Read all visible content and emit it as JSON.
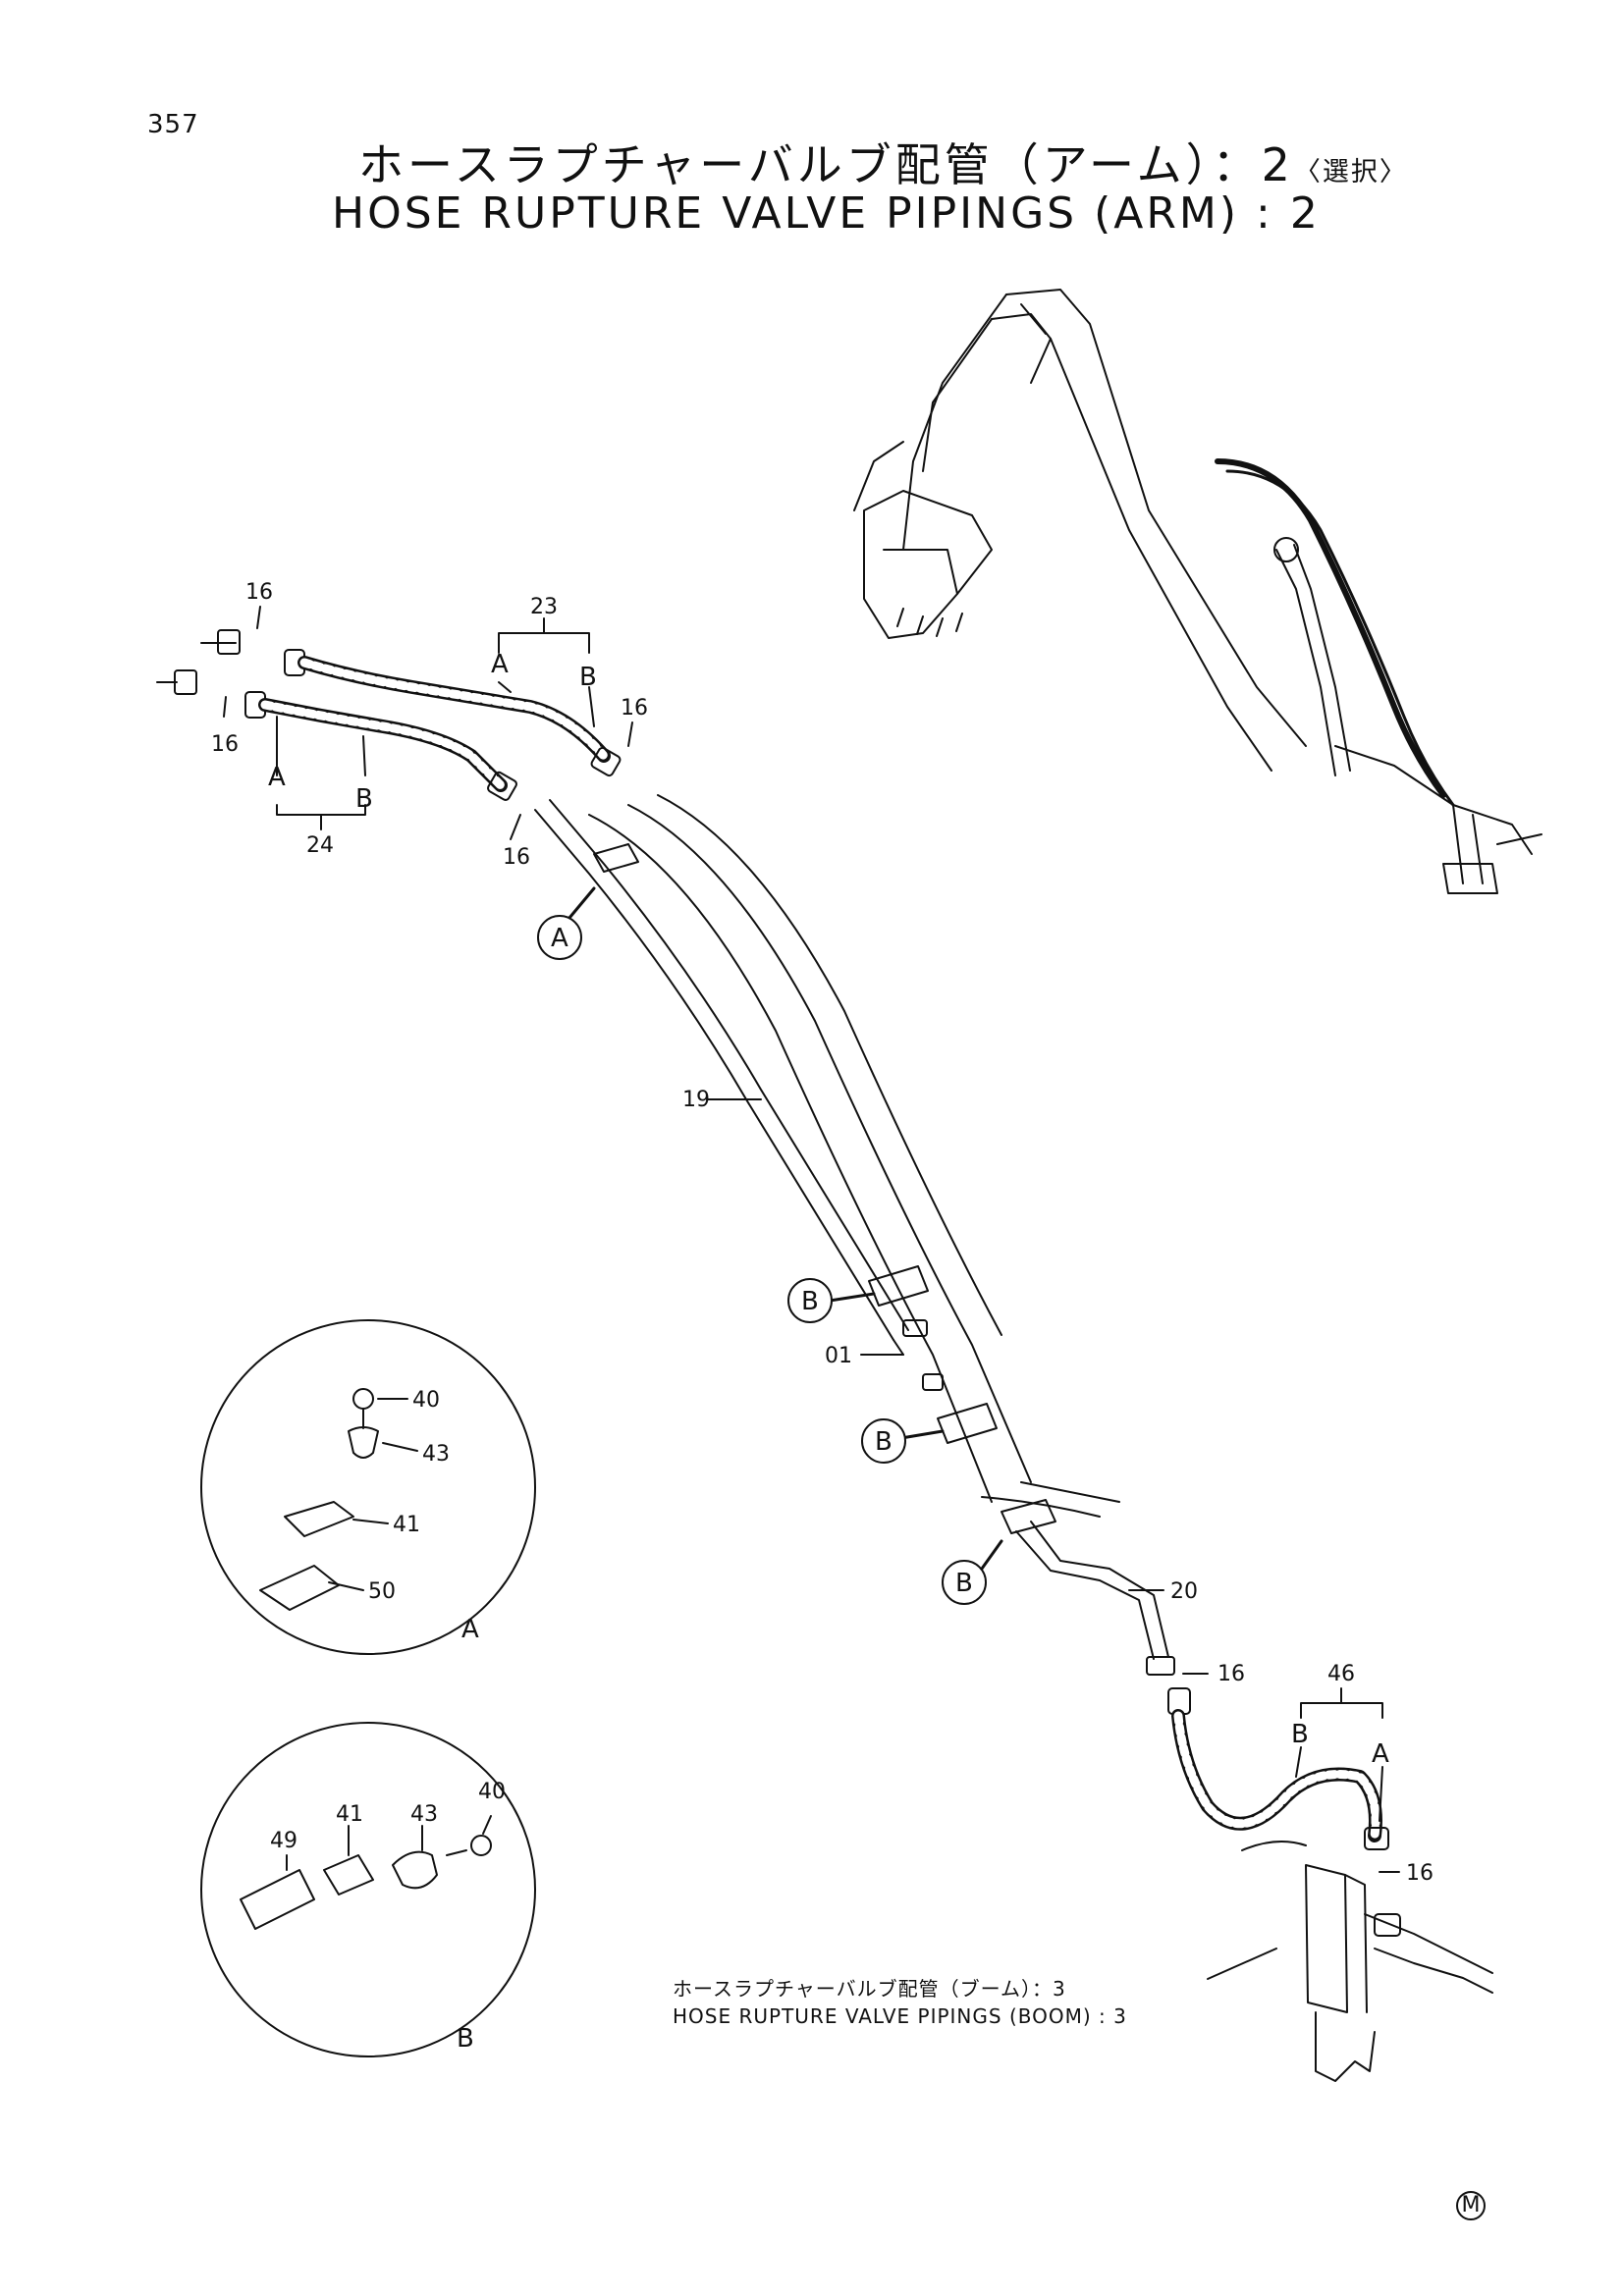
{
  "page": {
    "number": "357"
  },
  "title": {
    "jp": "ホースラプチャーバルブ配管（アーム）：2",
    "jp_sub": "〈選択〉",
    "en": "HOSE RUPTURE VALVE PIPINGS (ARM) : 2"
  },
  "callouts": {
    "c16a": "16",
    "c16b": "16",
    "c16c": "16",
    "c16d": "16",
    "c16e": "16",
    "c16f": "16",
    "c23": "23",
    "c24": "24",
    "c19": "19",
    "c20": "20",
    "c01": "01",
    "c46": "46",
    "ends_a1": "A",
    "ends_b1": "B",
    "ends_a2": "A",
    "ends_b2": "B",
    "ends_a3": "A",
    "ends_b3": "B"
  },
  "detail_markers": {
    "a_top": "A",
    "b1": "B",
    "b2": "B",
    "b3": "B"
  },
  "detail_a": {
    "p40": "40",
    "p43": "43",
    "p41": "41",
    "p50": "50",
    "label": "A"
  },
  "detail_b": {
    "p49": "49",
    "p41": "41",
    "p43": "43",
    "p40": "40",
    "label": "B"
  },
  "reference": {
    "jp": "ホースラプチャーバルブ配管（ブーム）：3",
    "en": "HOSE RUPTURE VALVE PIPINGS (BOOM) : 3"
  },
  "corner_mark": "M"
}
